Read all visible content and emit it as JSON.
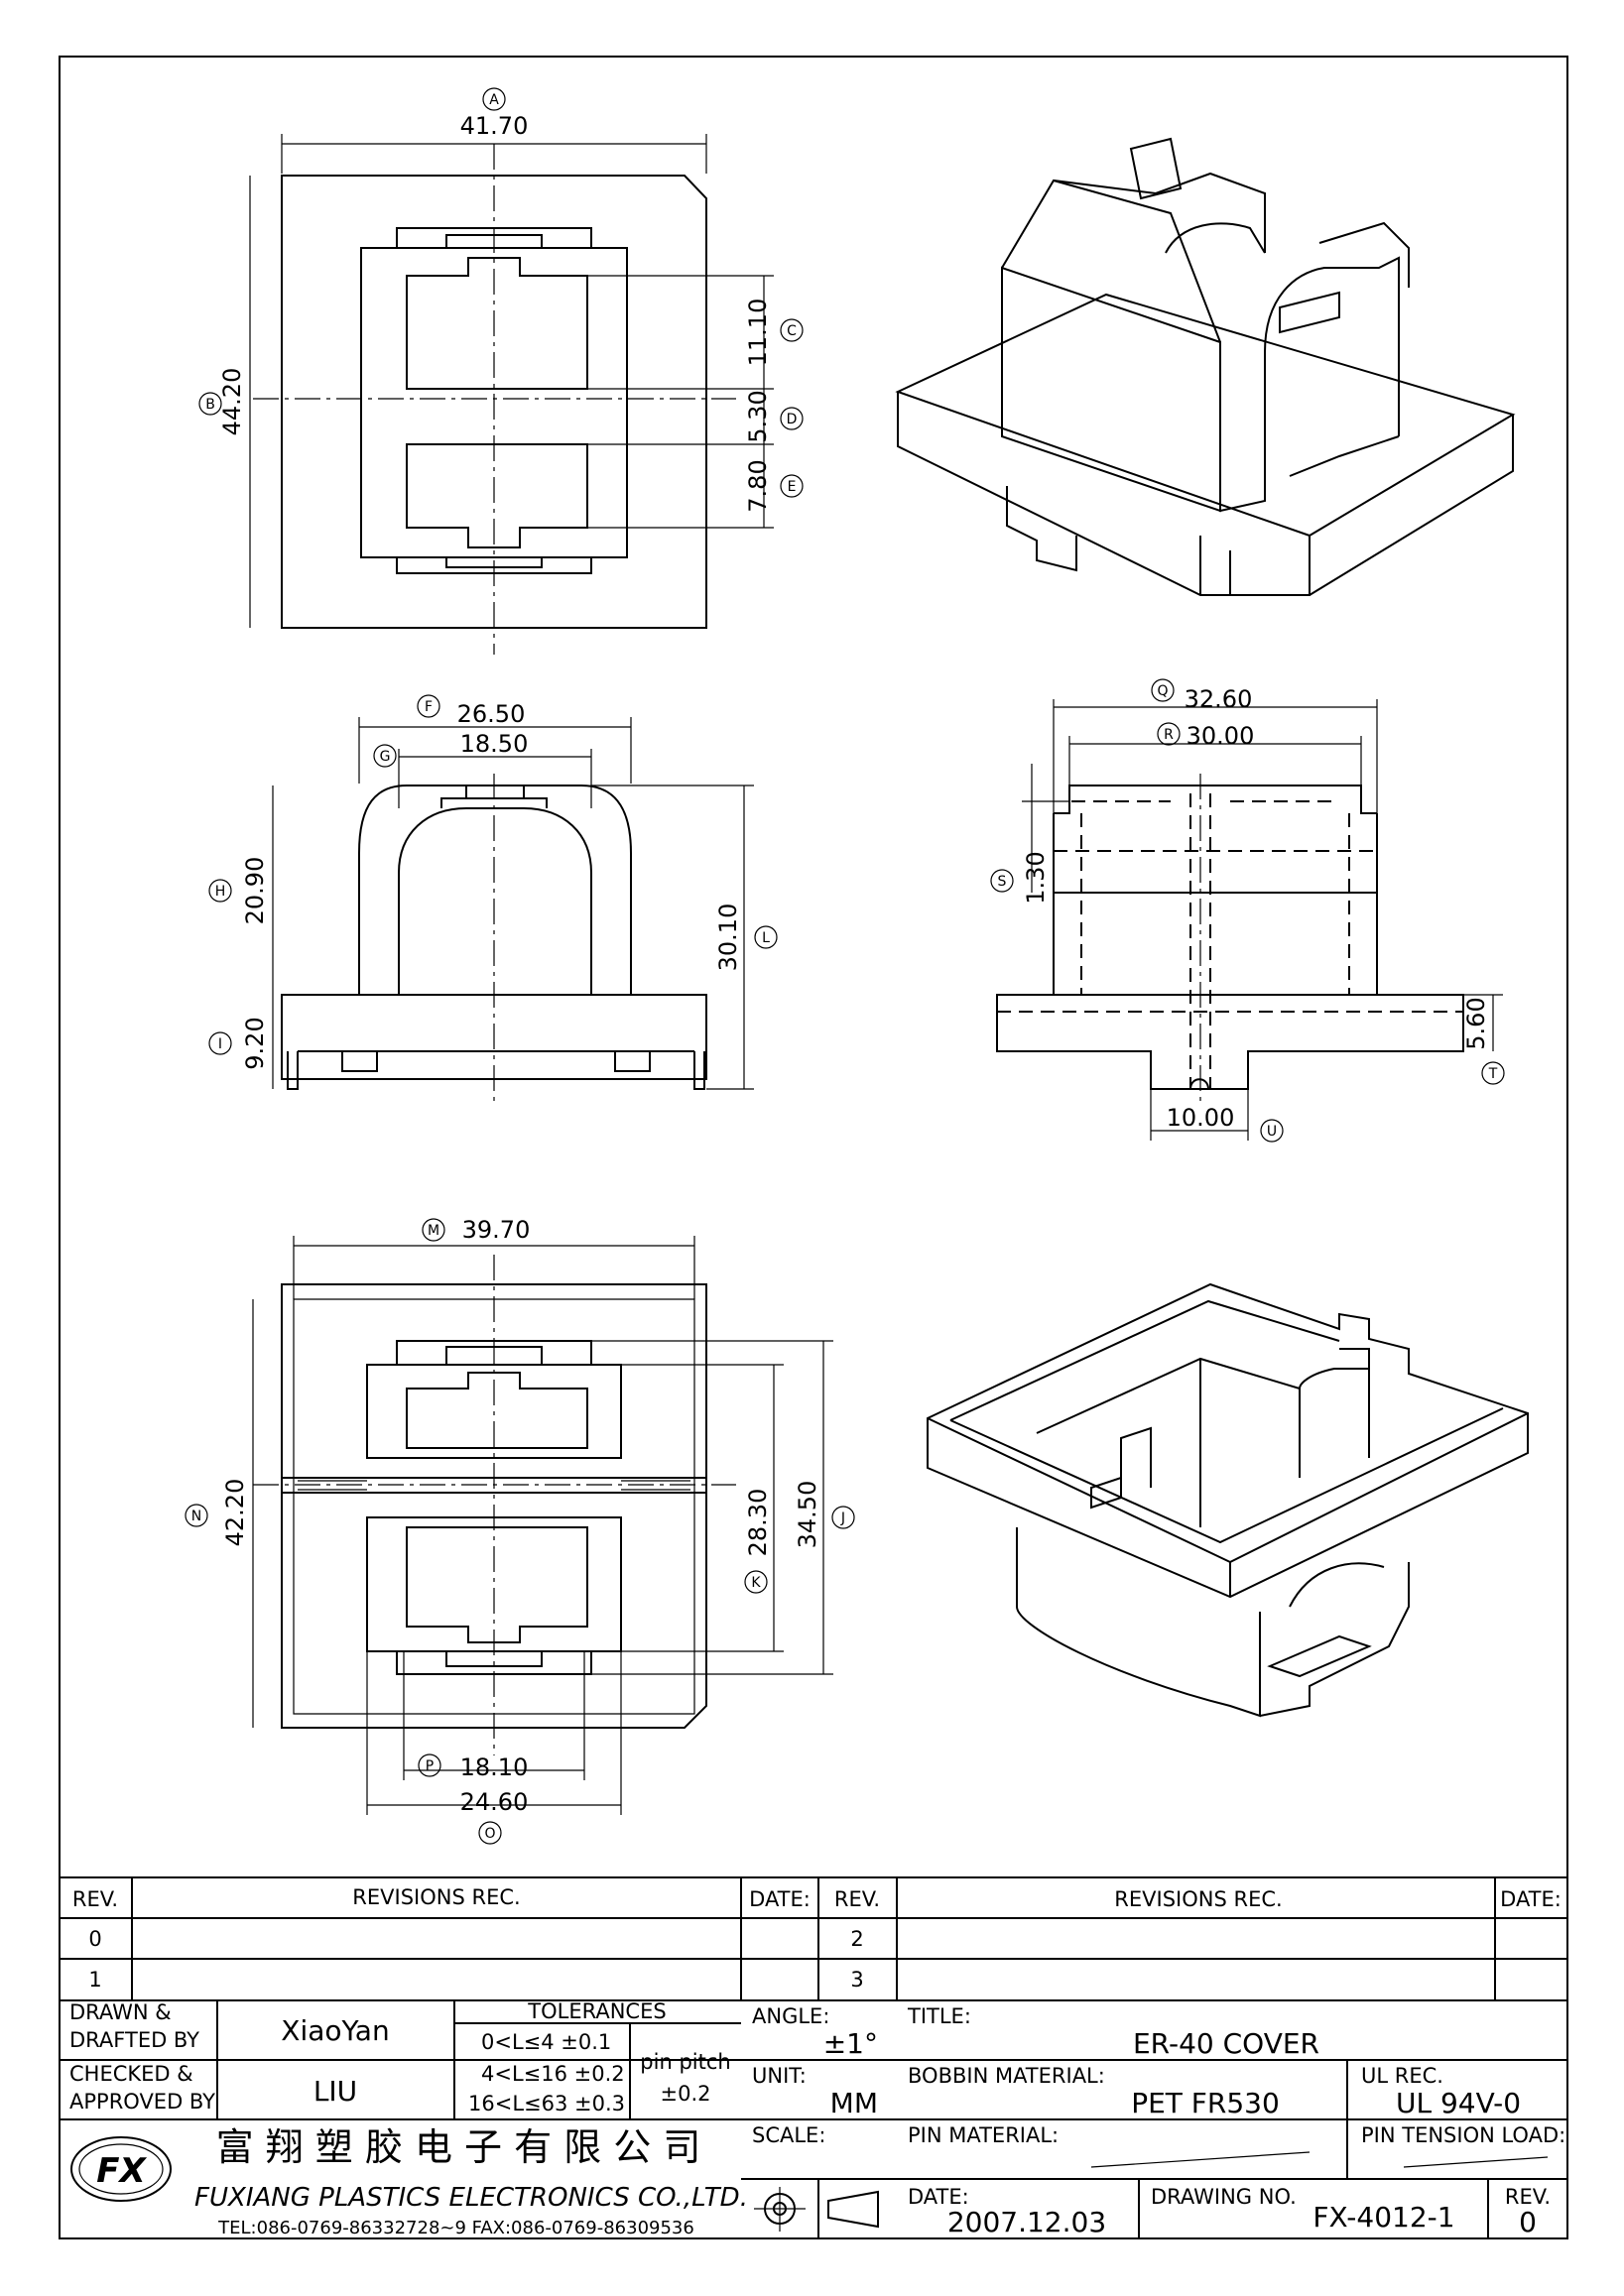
{
  "dimensions": {
    "A": "41.70",
    "B": "44.20",
    "C": "11.10",
    "D": "5.30",
    "E": "7.80",
    "F": "26.50",
    "G": "18.50",
    "H": "20.90",
    "I": "9.20",
    "L": "30.10",
    "Q": "32.60",
    "R": "30.00",
    "S": "1.30",
    "T": "5.60",
    "U": "10.00",
    "M": "39.70",
    "N": "42.20",
    "J": "34.50",
    "K": "28.30",
    "P": "18.10",
    "O": "24.60"
  },
  "revisions": {
    "rev_header": "REV.",
    "rec_header": "REVISIONS   REC.",
    "date_header": "DATE:",
    "left_revs": [
      "0",
      "1"
    ],
    "right_revs": [
      "2",
      "3"
    ]
  },
  "title_block": {
    "drawn_label": "DRAWN &\nDRAFTED BY",
    "drawn_label_1": "DRAWN &",
    "drawn_label_2": "DRAFTED BY",
    "drawn_by": "XiaoYan",
    "checked_label_1": "CHECKED &",
    "checked_label_2": "APPROVED BY",
    "checked_by": "LIU",
    "tolerances_label": "TOLERANCES",
    "tol_rows": [
      "0<L≤4   ±0.1",
      "4<L≤16  ±0.2",
      "16<L≤63  ±0.3"
    ],
    "pin_pitch_label": "pin  pitch",
    "pin_pitch_value": "±0.2",
    "angle_label": "ANGLE:",
    "angle_value": "±1°",
    "unit_label": "UNIT:",
    "unit_value": "MM",
    "scale_label": "SCALE:",
    "title_label": "TITLE:",
    "title_value": "ER-40  COVER",
    "bobbin_label": "BOBBIN  MATERIAL:",
    "bobbin_value": "PET  FR530",
    "ul_label": "UL  REC.",
    "ul_value": "UL  94V-0",
    "pin_material_label": "PIN  MATERIAL:",
    "pin_tension_label": "PIN  TENSION  LOAD:",
    "date_label": "DATE:",
    "date_value": "2007.12.03",
    "drawing_no_label": "DRAWING  NO.",
    "drawing_no_value": "FX-4012-1",
    "rev_label": "REV.",
    "rev_value": "0"
  },
  "company": {
    "chinese_name": "富 翔 塑 胶 电 子 有 限 公 司",
    "english_name": "FUXIANG  PLASTICS  ELECTRONICS  CO.,LTD.",
    "contact": "TEL:086-0769-86332728~9   FAX:086-0769-86309536",
    "logo_text": "FX"
  }
}
